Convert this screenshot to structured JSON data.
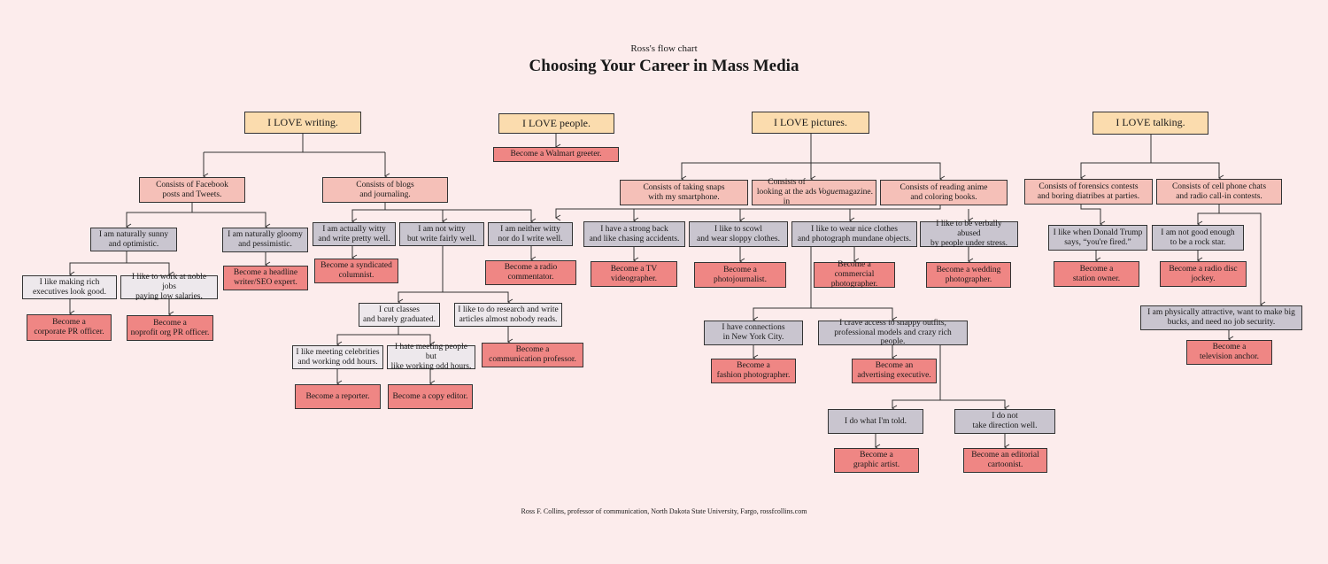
{
  "header": {
    "subtitle": "Ross's flow chart",
    "title": "Choosing Your Career in Mass Media"
  },
  "footer": {
    "credit": "Ross F. Collins, professor of communication, North Dakota State University, Fargo, rossfcollins.com"
  },
  "nodes": {
    "love_writing": "I LOVE writing.",
    "love_people": "I LOVE people.",
    "love_pictures": "I LOVE pictures.",
    "love_talking": "I LOVE talking.",
    "walmart": "Become a Walmart greeter.",
    "facebook": "Consists of Facebook\nposts and Tweets.",
    "blogs": "Consists of blogs\nand journaling.",
    "snaps": "Consists of taking snaps\nwith my smartphone.",
    "vogue_pre": "Consists of looking at the ads\nin ",
    "vogue_em": "Vogue",
    "vogue_post": " magazine.",
    "anime": "Consists of reading anime\nand coloring books.",
    "forensics": "Consists of forensics contests\nand boring diatribes at parties.",
    "cellphone": "Consists of cell phone chats\nand radio call-in contests.",
    "sunny": "I am naturally sunny\nand optimistic.",
    "gloomy": "I am naturally gloomy\nand pessimistic.",
    "headline": "Become a headline\nwriter/SEO expert.",
    "rich_exec": "I like making rich\nexecutives look good.",
    "noble_jobs": "I like to work at noble jobs\npaying low salaries.",
    "corp_pr": "Become a\ncorporate PR officer.",
    "noprofit_pr": "Become a\nnoprofit org PR officer.",
    "witty": "I am actually witty\nand write pretty well.",
    "not_witty": "I am not witty\nbut write fairly well.",
    "neither": "I am neither witty\nnor do I write well.",
    "columnist": "Become a syndicated\ncolumnist.",
    "radio_comm": "Become a radio\ncommentator.",
    "cut_classes": "I cut classes\nand barely graduated.",
    "research": "I like to do research and write\narticles almost nobody reads.",
    "meet_celeb": "I like meeting celebrities\nand working odd hours.",
    "hate_meet": "I hate meeting people but\nlike working odd hours.",
    "comm_prof": "Become a\ncommunication professor.",
    "reporter": "Become a reporter.",
    "copy_editor": "Become a copy editor.",
    "strong_back": "I have a strong back\nand like chasing accidents.",
    "scowl": "I like to scowl\nand wear sloppy clothes.",
    "nice_clothes": "I like to wear nice clothes\nand photograph mundane objects.",
    "abused": "I like to be verbally abused\nby people under stress.",
    "tv_video": "Become a TV\nvideographer.",
    "photojournalist": "Become a\nphotojournalist.",
    "commercial": "Become a commercial\nphotographer.",
    "wedding": "Become a wedding\nphotographer.",
    "nyc": "I have connections\nin New York City.",
    "outfits": "I crave access to snappy outfits,\nprofessional models and crazy rich people.",
    "fashion": "Become a\nfashion photographer.",
    "advertising": "Become an\nadvertising executive.",
    "told": "I do what I'm told.",
    "no_direction": "I do not\ntake direction well.",
    "graphic": "Become a\ngraphic artist.",
    "cartoonist": "Become an editorial\ncartoonist.",
    "trump": "I like when Donald Trump\nsays, “you're fired.”",
    "not_rock": "I am not good enough\nto be a rock star.",
    "station": "Become a\nstation owner.",
    "dj": "Become a radio disc\njockey.",
    "attractive": "I am physically attractive, want to make big\nbucks, and need no job security.",
    "anchor": "Become a\ntelevision anchor."
  },
  "colors": {
    "love": "#fbdcae",
    "category": "#f5c0b8",
    "condition": "#c9c5cf",
    "condition_light": "#ede8ec",
    "result": "#ef8684",
    "background": "#fcecec"
  }
}
